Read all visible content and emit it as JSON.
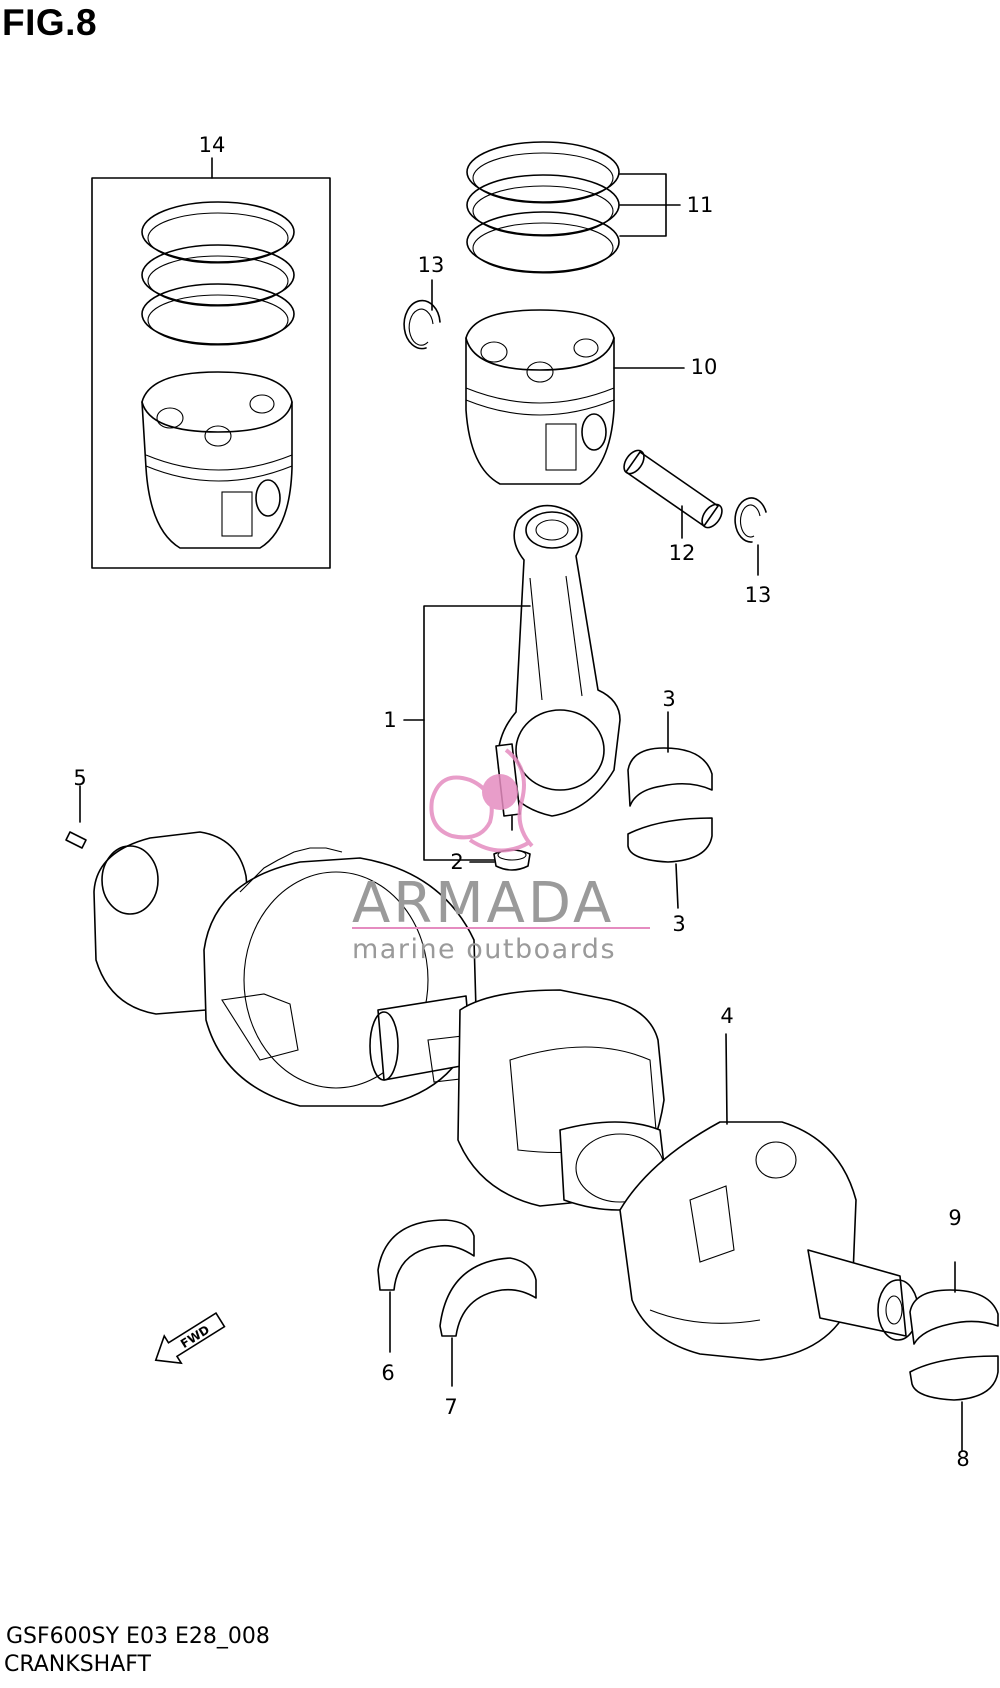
{
  "figure": {
    "title": "FIG.8",
    "model_code": "GSF600SY E03 E28_008",
    "section_name": "CRANKSHAFT"
  },
  "callouts": [
    {
      "id": "14",
      "label": "14"
    },
    {
      "id": "11",
      "label": "11"
    },
    {
      "id": "13a",
      "label": "13"
    },
    {
      "id": "10",
      "label": "10"
    },
    {
      "id": "12",
      "label": "12"
    },
    {
      "id": "13b",
      "label": "13"
    },
    {
      "id": "1",
      "label": "1"
    },
    {
      "id": "3a",
      "label": "3"
    },
    {
      "id": "5",
      "label": "5"
    },
    {
      "id": "2",
      "label": "2"
    },
    {
      "id": "3b",
      "label": "3"
    },
    {
      "id": "4",
      "label": "4"
    },
    {
      "id": "9",
      "label": "9"
    },
    {
      "id": "6",
      "label": "6"
    },
    {
      "id": "7",
      "label": "7"
    },
    {
      "id": "8",
      "label": "8"
    }
  ],
  "direction_arrow": {
    "label": "FWD"
  },
  "watermark": {
    "brand": "ARMADA",
    "tagline": "marine outboards",
    "accent_color": "#e58cc0",
    "text_color": "#9a9a9a"
  }
}
